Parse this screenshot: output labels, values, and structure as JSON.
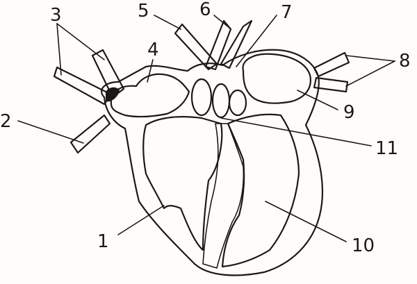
{
  "diagram": {
    "labels": {
      "l1": "1",
      "l2": "2",
      "l3": "3",
      "l4": "4",
      "l5": "5",
      "l6": "6",
      "l7": "7",
      "l8": "8",
      "l9": "9",
      "l10": "10",
      "l11": "11"
    }
  },
  "colors": {
    "ink": "#1d1715",
    "paper": "#fefdfb"
  }
}
